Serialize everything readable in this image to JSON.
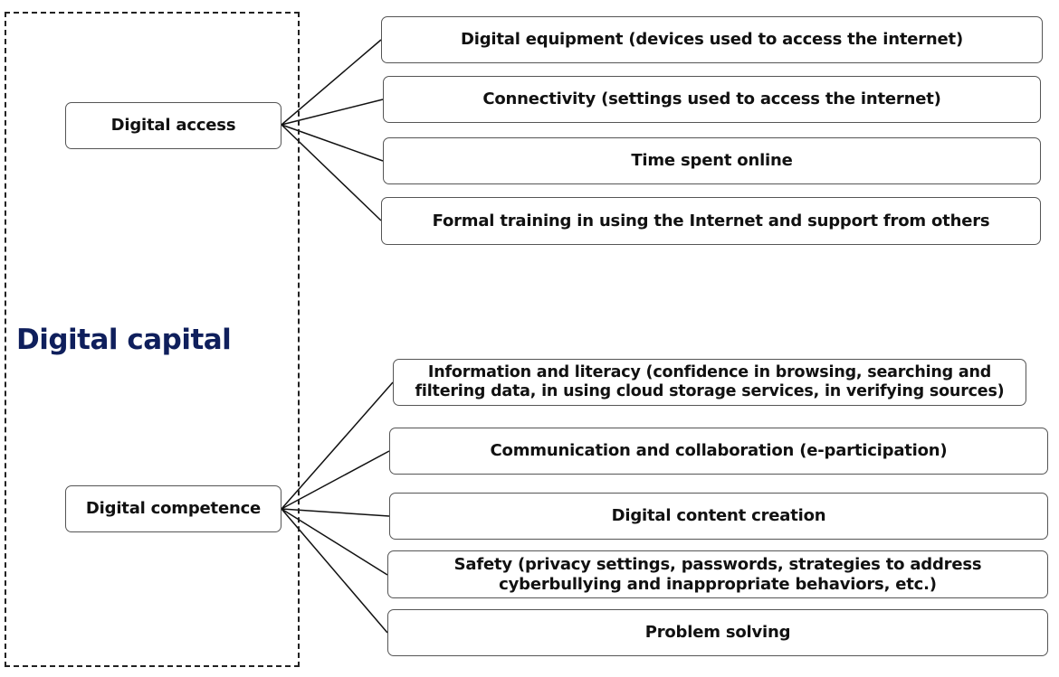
{
  "diagram": {
    "title": "Digital capital",
    "colors": {
      "title": "#0f1f5c",
      "text": "#111111",
      "border": "#555555",
      "connector": "#111111"
    },
    "categories": [
      {
        "label": "Digital access",
        "items": [
          "Digital equipment (devices used to access the internet)",
          "Connectivity (settings used to access the internet)",
          "Time spent online",
          "Formal training in using the Internet and support from others"
        ]
      },
      {
        "label": "Digital competence",
        "items": [
          "Information and literacy (confidence in browsing, searching and filtering data, in using cloud storage services, in verifying sources)",
          "Communication and collaboration (e-participation)",
          "Digital content creation",
          "Safety (privacy settings, passwords, strategies to address cyberbullying and inappropriate behaviors, etc.)",
          "Problem solving"
        ]
      }
    ]
  }
}
